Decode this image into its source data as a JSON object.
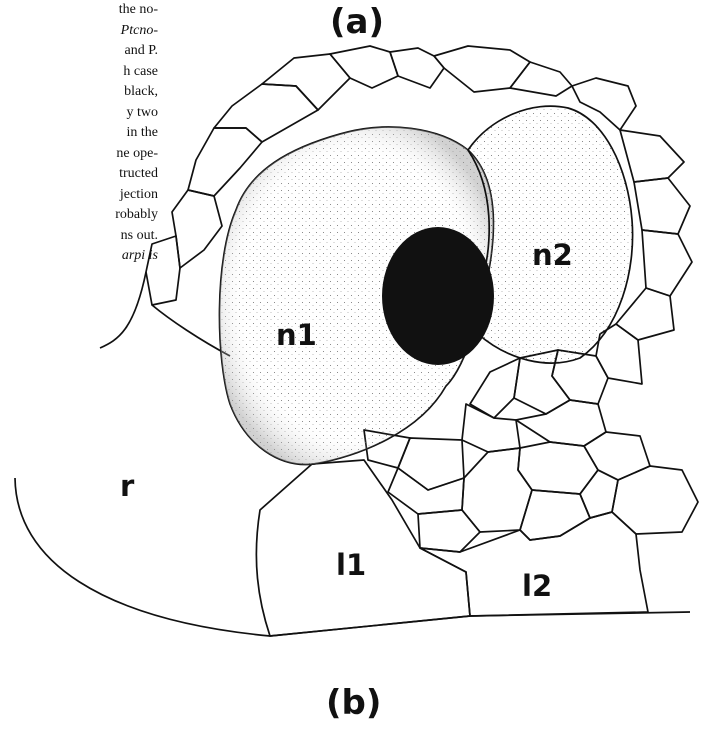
{
  "figure": {
    "label_top": "(a)",
    "label_bottom": "(b)",
    "text_fragment": [
      "the no-",
      "Ptcno-",
      "and P.",
      "h case",
      "black,",
      "y two",
      "in the",
      "ne ope-",
      "tructed",
      "jection",
      "robably",
      "ns out.",
      "arpi is"
    ],
    "cell_labels": {
      "n1": "n1",
      "n2": "n2",
      "r": "r",
      "l1": "l1",
      "l2": "l2"
    }
  }
}
